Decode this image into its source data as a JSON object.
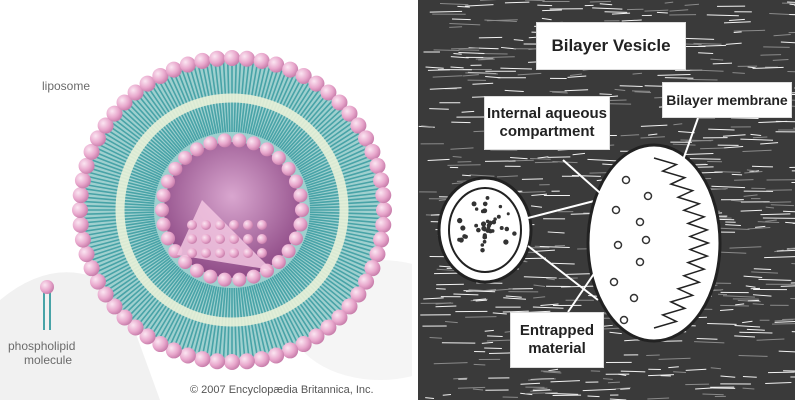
{
  "left_panel": {
    "liposome_label": "liposome",
    "phospholipid_label_line1": "phospholipid",
    "phospholipid_label_line2": "molecule",
    "copyright": "© 2007 Encyclopædia Britannica, Inc."
  },
  "right_panel": {
    "title": "Bilayer Vesicle",
    "internal_line1": "Internal aqueous",
    "internal_line2": "compartment",
    "membrane": "Bilayer membrane",
    "entrapped_line1": "Entrapped",
    "entrapped_line2": "material"
  },
  "colors": {
    "head_pink": "#e8a7cc",
    "tail_teal": "#48a3a7",
    "inner_purple": "#b46aa6",
    "sketch_bg": "#3a3a3a"
  }
}
